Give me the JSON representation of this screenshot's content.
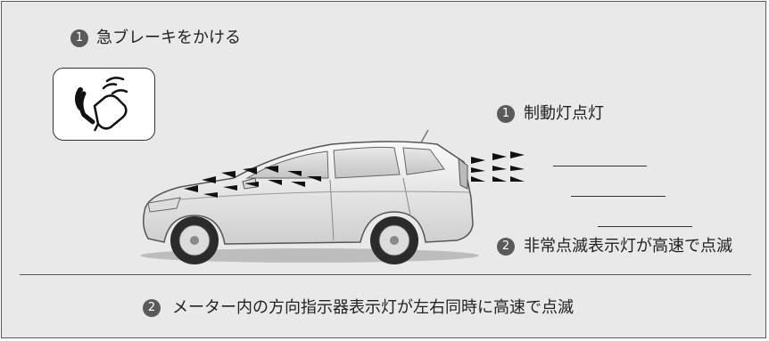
{
  "steps": {
    "step1_badge": "1",
    "step1_text": "急ブレーキをかける",
    "brake_light_badge": "1",
    "brake_light_text": "制動灯点灯",
    "hazard_badge": "2",
    "hazard_text": "非常点滅表示灯が高速で点滅",
    "meter_badge": "2",
    "meter_text": "メーター内の方向指示器表示灯が左右同時に高速で点滅"
  },
  "icons": {
    "pedal": "brake-pedal-icon",
    "car": "car-illustration",
    "flash": "flash-arrow-icon"
  },
  "colors": {
    "background": "#e9e9e9",
    "badge": "#5a5a5a",
    "text": "#222222"
  }
}
